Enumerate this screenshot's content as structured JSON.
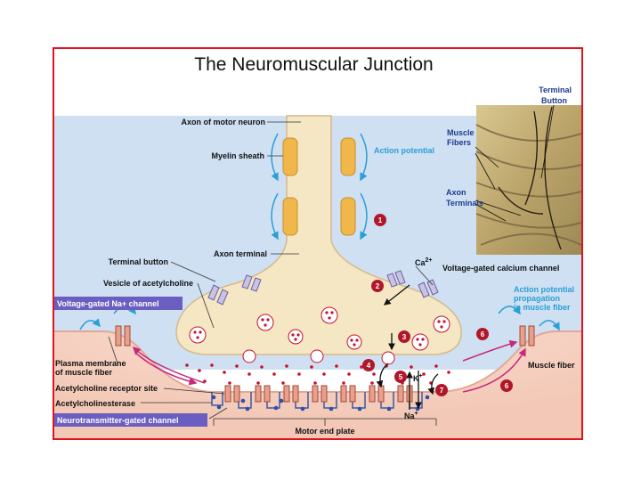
{
  "title": "The Neuromuscular Junction",
  "labels": {
    "axon_of_motor_neuron": "Axon of motor neuron",
    "myelin_sheath": "Myelin sheath",
    "action_potential": "Action potential",
    "axon_terminal": "Axon terminal",
    "terminal_button": "Terminal button",
    "vesicle_of_acetylcholine": "Vesicle of acetylcholine",
    "voltage_gated_na_channel": "Voltage-gated Na+ channel",
    "plasma_membrane_line1": "Plasma membrane",
    "plasma_membrane_line2": "of muscle fiber",
    "acetylcholine_receptor_site": "Acetylcholine receptor site",
    "acetylcholinesterase": "Acetylcholinesterase",
    "neurotransmitter_gated_channel": "Neurotransmitter-gated channel",
    "motor_end_plate": "Motor end plate",
    "ca_ion": "Ca",
    "ca_charge": "2+",
    "voltage_gated_calcium_channel": "Voltage-gated calcium channel",
    "ap_propagation_line1": "Action potential",
    "ap_propagation_line2": "propagation",
    "ap_propagation_line3": "in muscle fiber",
    "muscle_fiber": "Muscle fiber",
    "k_ion": "K",
    "k_charge": "+",
    "na_ion": "Na",
    "na_charge": "+"
  },
  "photo_labels": {
    "terminal_button_line1": "Terminal",
    "terminal_button_line2": "Button",
    "muscle_fibers_line1": "Muscle",
    "muscle_fibers_line2": "Fibers",
    "axon_terminals_line1": "Axon",
    "axon_terminals_line2": "Terminals"
  },
  "steps": [
    "1",
    "2",
    "3",
    "4",
    "5",
    "6",
    "6",
    "7"
  ],
  "colors": {
    "frame_border": "#e0141e",
    "neuron": "#f5e6c4",
    "myelin": "#f0b84a",
    "extracellular": "#cfe0f3",
    "muscle": "#f6d0c2",
    "acetylcholine": "#c8102e",
    "step_circle": "#b0182a",
    "label_box": "#6a5fc0",
    "blue_label": "#2a9fd6"
  }
}
